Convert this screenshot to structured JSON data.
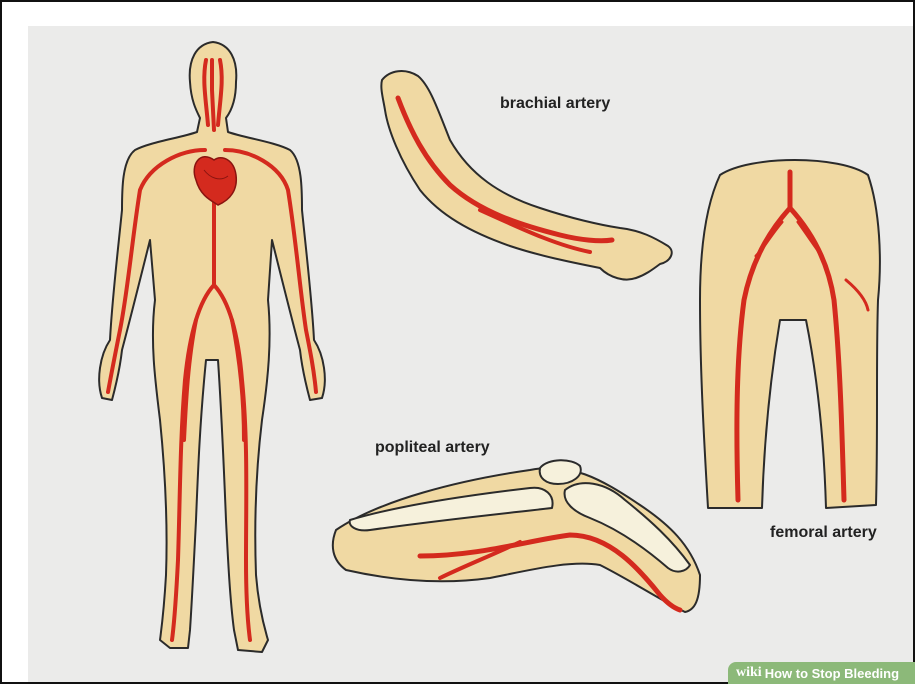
{
  "labels": {
    "brachial": "brachial artery",
    "femoral": "femoral artery",
    "popliteal": "popliteal artery"
  },
  "watermark": {
    "brand": "wiki",
    "title": "How to Stop Bleeding"
  },
  "colors": {
    "background": "#ebebea",
    "skin": "#f0d9a3",
    "artery": "#d42a1e",
    "bone": "#f6f1dc",
    "outline": "#2b2b2b",
    "watermark": "#8cb979"
  }
}
